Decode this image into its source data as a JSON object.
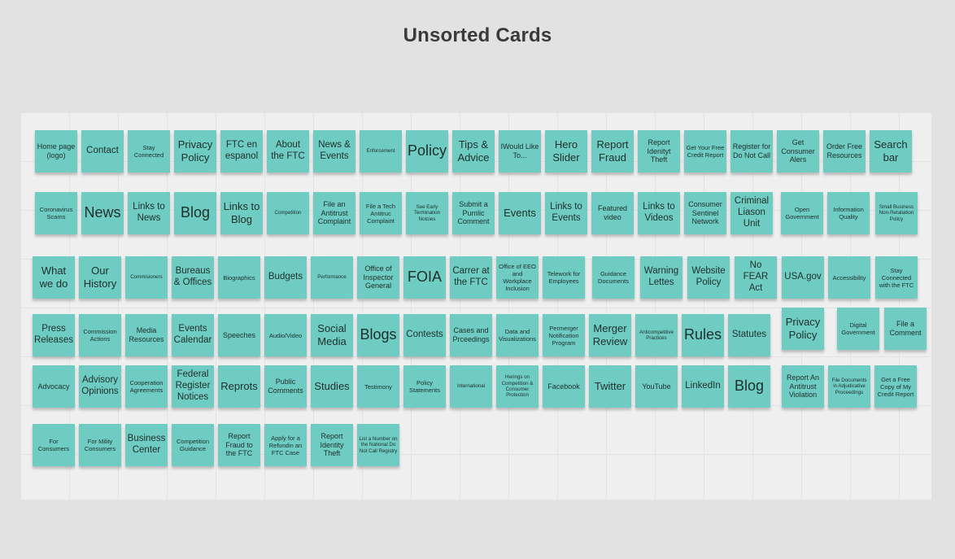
{
  "title": "Unsorted Cards",
  "rows": [
    [
      {
        "text": "Home page (logo)",
        "size": "s3"
      },
      {
        "text": "Contact",
        "size": "s2"
      },
      {
        "text": "Stay Connected",
        "size": "s4"
      },
      {
        "text": "Privacy Policy",
        "size": "s1"
      },
      {
        "text": "FTC en espanol",
        "size": "s2"
      },
      {
        "text": "About the FTC",
        "size": "s2"
      },
      {
        "text": "News & Events",
        "size": "s2"
      },
      {
        "text": "Enforcement",
        "size": "s5"
      },
      {
        "text": "Policy",
        "size": "xl"
      },
      {
        "text": "Tips & Advice",
        "size": "s1"
      },
      {
        "text": "IWould Like To...",
        "size": "s3"
      },
      {
        "text": "Hero Slider",
        "size": "s1"
      },
      {
        "text": "Report Fraud",
        "size": "s1"
      },
      {
        "text": "Report Idenityt Theft",
        "size": "s3"
      },
      {
        "text": "Get Your Free Credit Report",
        "size": "s4"
      },
      {
        "text": "Register for Do Not Call",
        "size": "s3"
      },
      {
        "text": "Get Consumer Alers",
        "size": "s3"
      },
      {
        "text": "Order Free Resources",
        "size": "s3"
      },
      {
        "text": "Search bar",
        "size": "s1"
      }
    ],
    [
      {
        "text": "Coronavirus Scams",
        "size": "s4"
      },
      {
        "text": "News",
        "size": "xl"
      },
      {
        "text": "Links to News",
        "size": "s2"
      },
      {
        "text": "Blog",
        "size": "xl"
      },
      {
        "text": "Links to Blog",
        "size": "s1"
      },
      {
        "text": "Competition",
        "size": "s5"
      },
      {
        "text": "File an Antitrust Complaint",
        "size": "s3"
      },
      {
        "text": "File a Tech Antitruc Complaint",
        "size": "s4"
      },
      {
        "text": "See Early Termination Notcies",
        "size": "s5"
      },
      {
        "text": "Submit a Pumlic Comment",
        "size": "s3"
      },
      {
        "text": "Events",
        "size": "s1"
      },
      {
        "text": "Links to Events",
        "size": "s2"
      },
      {
        "text": "Featured video",
        "size": "s3"
      },
      {
        "text": "Links to Videos",
        "size": "s2"
      },
      {
        "text": "Consumer Sentinel Network",
        "size": "s3"
      },
      {
        "text": "Criminal Liason Unit",
        "size": "s2"
      },
      {
        "text": "Open Government",
        "size": "s4"
      },
      {
        "text": "Information Quality",
        "size": "s4"
      },
      {
        "text": "Small Business Non-Retaliation Policy",
        "size": "s5"
      }
    ],
    [
      {
        "text": "What we do",
        "size": "s1"
      },
      {
        "text": "Our History",
        "size": "s1"
      },
      {
        "text": "Commisioners",
        "size": "s5"
      },
      {
        "text": "Bureaus & Offices",
        "size": "s2"
      },
      {
        "text": "Biographics",
        "size": "s4"
      },
      {
        "text": "Budgets",
        "size": "s2"
      },
      {
        "text": "Performance",
        "size": "s5"
      },
      {
        "text": "Office of Inspector General",
        "size": "s3"
      },
      {
        "text": "FOIA",
        "size": "xl"
      },
      {
        "text": "Carrer at the FTC",
        "size": "s2"
      },
      {
        "text": "Office of EEO and Workplace Inclusion",
        "size": "s4"
      },
      {
        "text": "Telework for Employees",
        "size": "s4"
      },
      {
        "text": "Guidance Documents",
        "size": "s4"
      },
      {
        "text": "Warning Lettes",
        "size": "s2"
      },
      {
        "text": "Website Policy",
        "size": "s2"
      },
      {
        "text": "No FEAR Act",
        "size": "s2"
      },
      {
        "text": "USA.gov",
        "size": "s2"
      },
      {
        "text": "Accessibility",
        "size": "s4"
      },
      {
        "text": "Stay Connected with the FTC",
        "size": "s4"
      }
    ],
    [
      {
        "text": "Press Releases",
        "size": "s2"
      },
      {
        "text": "Commission Actions",
        "size": "s4"
      },
      {
        "text": "Media Resources",
        "size": "s3"
      },
      {
        "text": "Events Calendar",
        "size": "s2"
      },
      {
        "text": "Speeches",
        "size": "s3"
      },
      {
        "text": "Audio/Video",
        "size": "s4"
      },
      {
        "text": "Social Media",
        "size": "s1"
      },
      {
        "text": "Blogs",
        "size": "xl"
      },
      {
        "text": "Contests",
        "size": "s2"
      },
      {
        "text": "Cases and Prceedings",
        "size": "s3"
      },
      {
        "text": "Data and Visualizations",
        "size": "s4"
      },
      {
        "text": "Permerger Notification Program",
        "size": "s4"
      },
      {
        "text": "Merger Review",
        "size": "s1"
      },
      {
        "text": "Anticompetitive Practices",
        "size": "s5"
      },
      {
        "text": "Rules",
        "size": "xl"
      },
      {
        "text": "Statutes",
        "size": "s2"
      },
      {
        "text": "Privacy Policy",
        "size": "s1"
      },
      {
        "text": "Digital Government",
        "size": "s4"
      },
      {
        "text": "File a Comment",
        "size": "s3"
      }
    ],
    [
      {
        "text": "Advocacy",
        "size": "s3"
      },
      {
        "text": "Advisory Opinions",
        "size": "s2"
      },
      {
        "text": "Cooperation Agreements",
        "size": "s4"
      },
      {
        "text": "Federal Register Notices",
        "size": "s2"
      },
      {
        "text": "Reprots",
        "size": "s1"
      },
      {
        "text": "Public Comments",
        "size": "s3"
      },
      {
        "text": "Studies",
        "size": "s1"
      },
      {
        "text": "Testimony",
        "size": "s4"
      },
      {
        "text": "Policy Statements",
        "size": "s4"
      },
      {
        "text": "International",
        "size": "s5"
      },
      {
        "text": "Herings on Competition & Consumer Protection",
        "size": "s5"
      },
      {
        "text": "Facebook",
        "size": "s3"
      },
      {
        "text": "Twitter",
        "size": "s1"
      },
      {
        "text": "YouTube",
        "size": "s3"
      },
      {
        "text": "LinkedIn",
        "size": "s2"
      },
      {
        "text": "Blog",
        "size": "xl"
      },
      {
        "text": "Report An Antitrust Violation",
        "size": "s3"
      },
      {
        "text": "File Documents in Adjudicative Proceedings",
        "size": "s5"
      },
      {
        "text": "Get a Free Copy of My Credit Report",
        "size": "s4"
      }
    ],
    [
      {
        "text": "For Consumers",
        "size": "s4"
      },
      {
        "text": "For Mility Consumers",
        "size": "s4"
      },
      {
        "text": "Business Center",
        "size": "s2"
      },
      {
        "text": "Competition Guidance",
        "size": "s4"
      },
      {
        "text": "Report Fraud to the FTC",
        "size": "s3"
      },
      {
        "text": "Apply for a Refundin an FTC Case",
        "size": "s4"
      },
      {
        "text": "Report Identity Theft",
        "size": "s3"
      },
      {
        "text": "List a Number on the National Do Not Call Registry",
        "size": "s5"
      }
    ]
  ]
}
